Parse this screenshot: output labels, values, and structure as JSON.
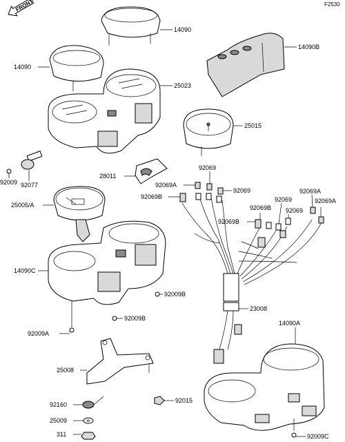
{
  "figure_ref": "F2530",
  "front_marker": "FRONT",
  "labels": {
    "p14090_top": "14090",
    "p14090_left": "14090",
    "p14090b": "14090B",
    "p25023": "25023",
    "p25015": "25015",
    "p92009_left": "92009",
    "p92077": "92077",
    "p28011": "28011",
    "p92069_a": "92069",
    "p92069a_1": "92069A",
    "p92069_b": "92069",
    "p92069b_1": "92069B",
    "p25005a": "25005/A",
    "p92069b_2": "92069B",
    "p92069_c": "92069",
    "p92069a_2": "92069A",
    "p92069_d": "92069",
    "p92069a_3": "92069A",
    "p92069b_3": "92069B",
    "p14090c": "14090C",
    "p92009b_1": "92009B",
    "p23008": "23008",
    "p92009b_2": "92009B",
    "p14090a": "14090A",
    "p92009a": "92009A",
    "p25008": "25008",
    "p92160": "92160",
    "p92015": "92015",
    "p25009": "25009",
    "p311": "311",
    "p92009c": "92009C"
  }
}
